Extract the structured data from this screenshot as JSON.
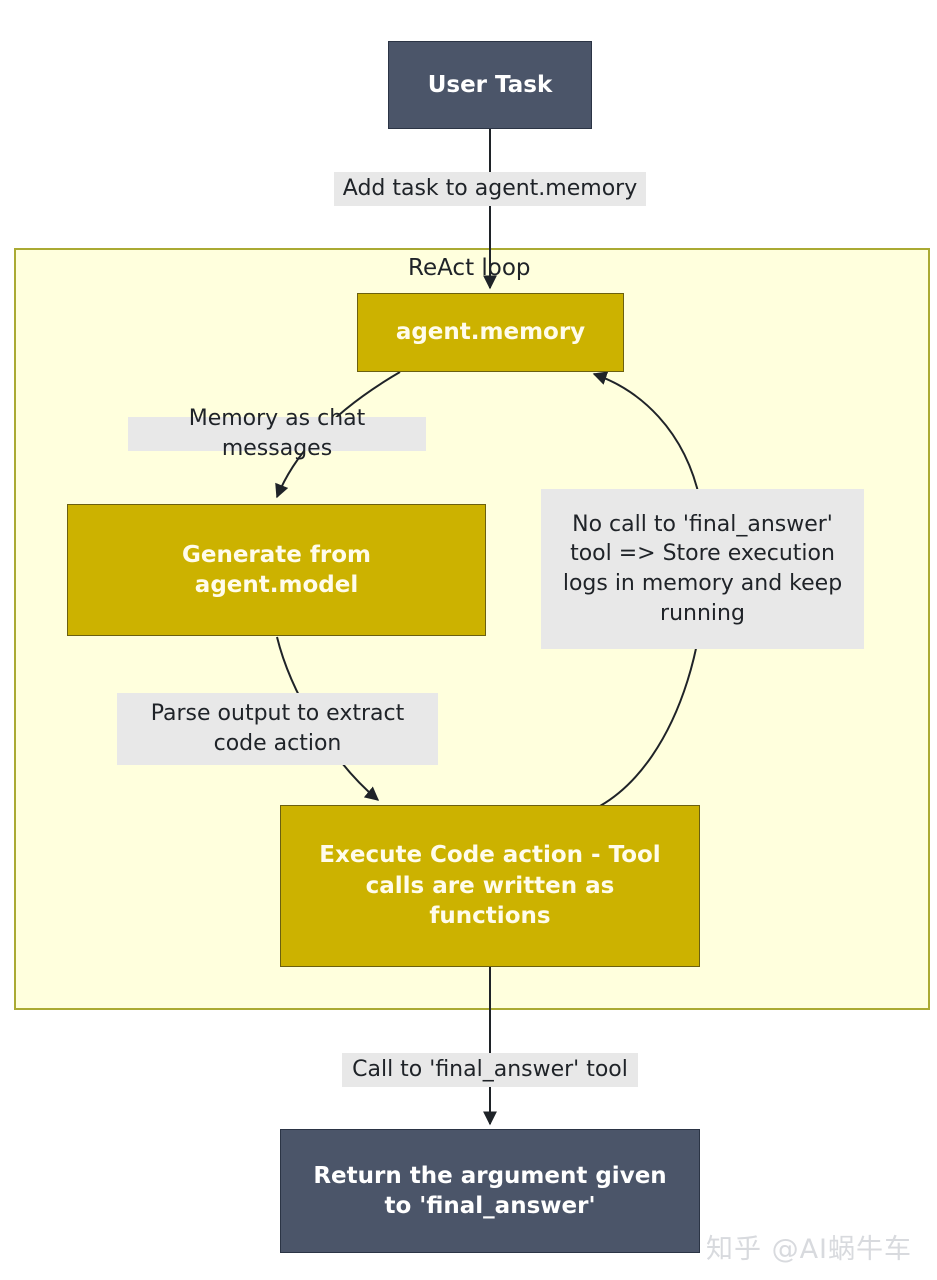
{
  "diagram": {
    "title": "ReAct agent loop flowchart",
    "background_color": "#ffffff",
    "cluster": {
      "label": "ReAct loop",
      "fill": "#ffffdd",
      "stroke": "#aaaa33"
    },
    "colors": {
      "dark_node_fill": "#4b5569",
      "dark_node_stroke": "#2b3445",
      "yellow_node_fill": "#ccb200",
      "yellow_node_stroke": "#6b6010",
      "edge_stroke": "#1f2328",
      "edge_label_fill": "#e8e8e8",
      "node_text": "#ffffff",
      "label_text": "#1f2328"
    },
    "nodes": [
      {
        "id": "user_task",
        "label": "User Task",
        "style": "dark"
      },
      {
        "id": "agent_memory",
        "label": "agent.memory",
        "style": "yellow"
      },
      {
        "id": "generate",
        "label": "Generate from\nagent.model",
        "style": "yellow"
      },
      {
        "id": "execute",
        "label": "Execute Code action - Tool\ncalls are written as\nfunctions",
        "style": "yellow"
      },
      {
        "id": "final_return",
        "label": "Return the argument given\nto 'final_answer'",
        "style": "dark"
      }
    ],
    "edge_labels": [
      {
        "id": "add_task",
        "text": "Add task to agent.memory"
      },
      {
        "id": "memory_chat",
        "text": "Memory as chat messages"
      },
      {
        "id": "no_call",
        "text": "No call to 'final_answer'\ntool => Store execution\nlogs in memory and keep\nrunning"
      },
      {
        "id": "parse_output",
        "text": "Parse output to extract\ncode action"
      },
      {
        "id": "call_final",
        "text": "Call to 'final_answer' tool"
      }
    ],
    "watermark": "知乎 @AI蜗牛车"
  }
}
